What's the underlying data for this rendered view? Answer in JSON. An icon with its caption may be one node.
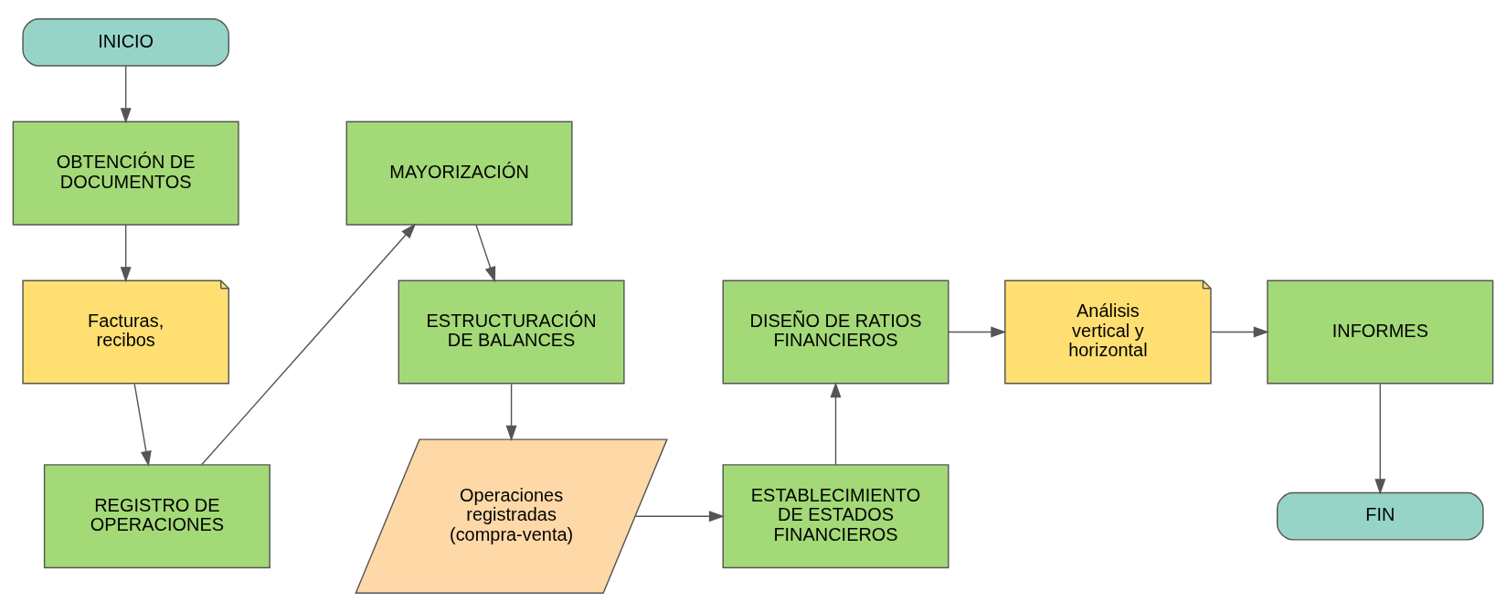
{
  "diagram": {
    "nodes": [
      {
        "text": [
          "INICIO"
        ]
      },
      {
        "text": [
          "OBTENCIÓN DE DOCUMENTOS"
        ]
      },
      {
        "text": [
          "Facturas, recibos"
        ]
      },
      {
        "text": [
          "REGISTRO DE OPERACIONES"
        ]
      },
      {
        "text": [
          "MAYORIZACIÓN"
        ]
      },
      {
        "text": [
          "ESTRUCTURACIÓN DE BALANCES"
        ]
      },
      {
        "text": [
          "Operaciones registradas (compra-venta)"
        ]
      },
      {
        "text": [
          "ESTABLECIMIENTO DE ESTADOS FINANCIEROS"
        ]
      },
      {
        "text": [
          "DISEÑO DE RATIOS FINANCIEROS"
        ]
      },
      {
        "text": [
          "Análisis vertical y horizontal"
        ]
      },
      {
        "text": [
          "INFORMES"
        ]
      },
      {
        "text": [
          "FIN"
        ]
      }
    ],
    "edges": [
      {
        "from": 0,
        "to": 1,
        "arrow": "to"
      },
      {
        "from": 1,
        "to": 2,
        "arrow": "to"
      },
      {
        "from": 2,
        "to": 3,
        "arrow": "to"
      },
      {
        "from": 3,
        "to": 4,
        "arrow": "to"
      },
      {
        "from": 4,
        "to": 5,
        "arrow": "to"
      },
      {
        "from": 5,
        "to": 6,
        "arrow": "to"
      },
      {
        "from": 6,
        "to": 7,
        "arrow": "to"
      },
      {
        "from": 7,
        "to": 8,
        "arrow": "to"
      },
      {
        "from": 8,
        "to": 9,
        "arrow": "to"
      },
      {
        "from": 9,
        "to": 10,
        "arrow": "to"
      },
      {
        "from": 10,
        "to": 11,
        "arrow": "to"
      }
    ]
  }
}
